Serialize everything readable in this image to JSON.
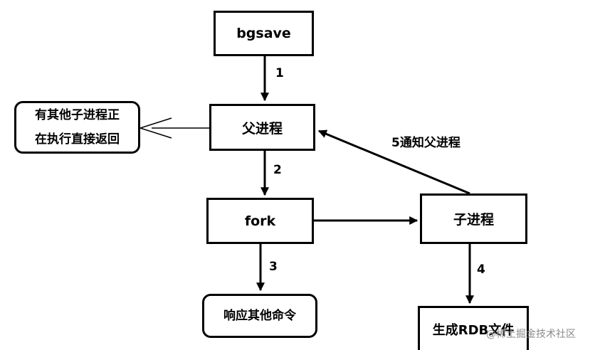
{
  "nodes": {
    "bgsave": "bgsave",
    "parent": "父进程",
    "fork": "fork",
    "child": "子进程",
    "other_line1": "有其他子进程正",
    "other_line2": "在执行直接返回",
    "respond": "响应其他命令",
    "rdb": "生成RDB文件"
  },
  "edges": {
    "e1": "1",
    "e2": "2",
    "e3": "3",
    "e4": "4",
    "e5": "5通知父进程"
  },
  "watermark": "@稀土掘金技术社区"
}
